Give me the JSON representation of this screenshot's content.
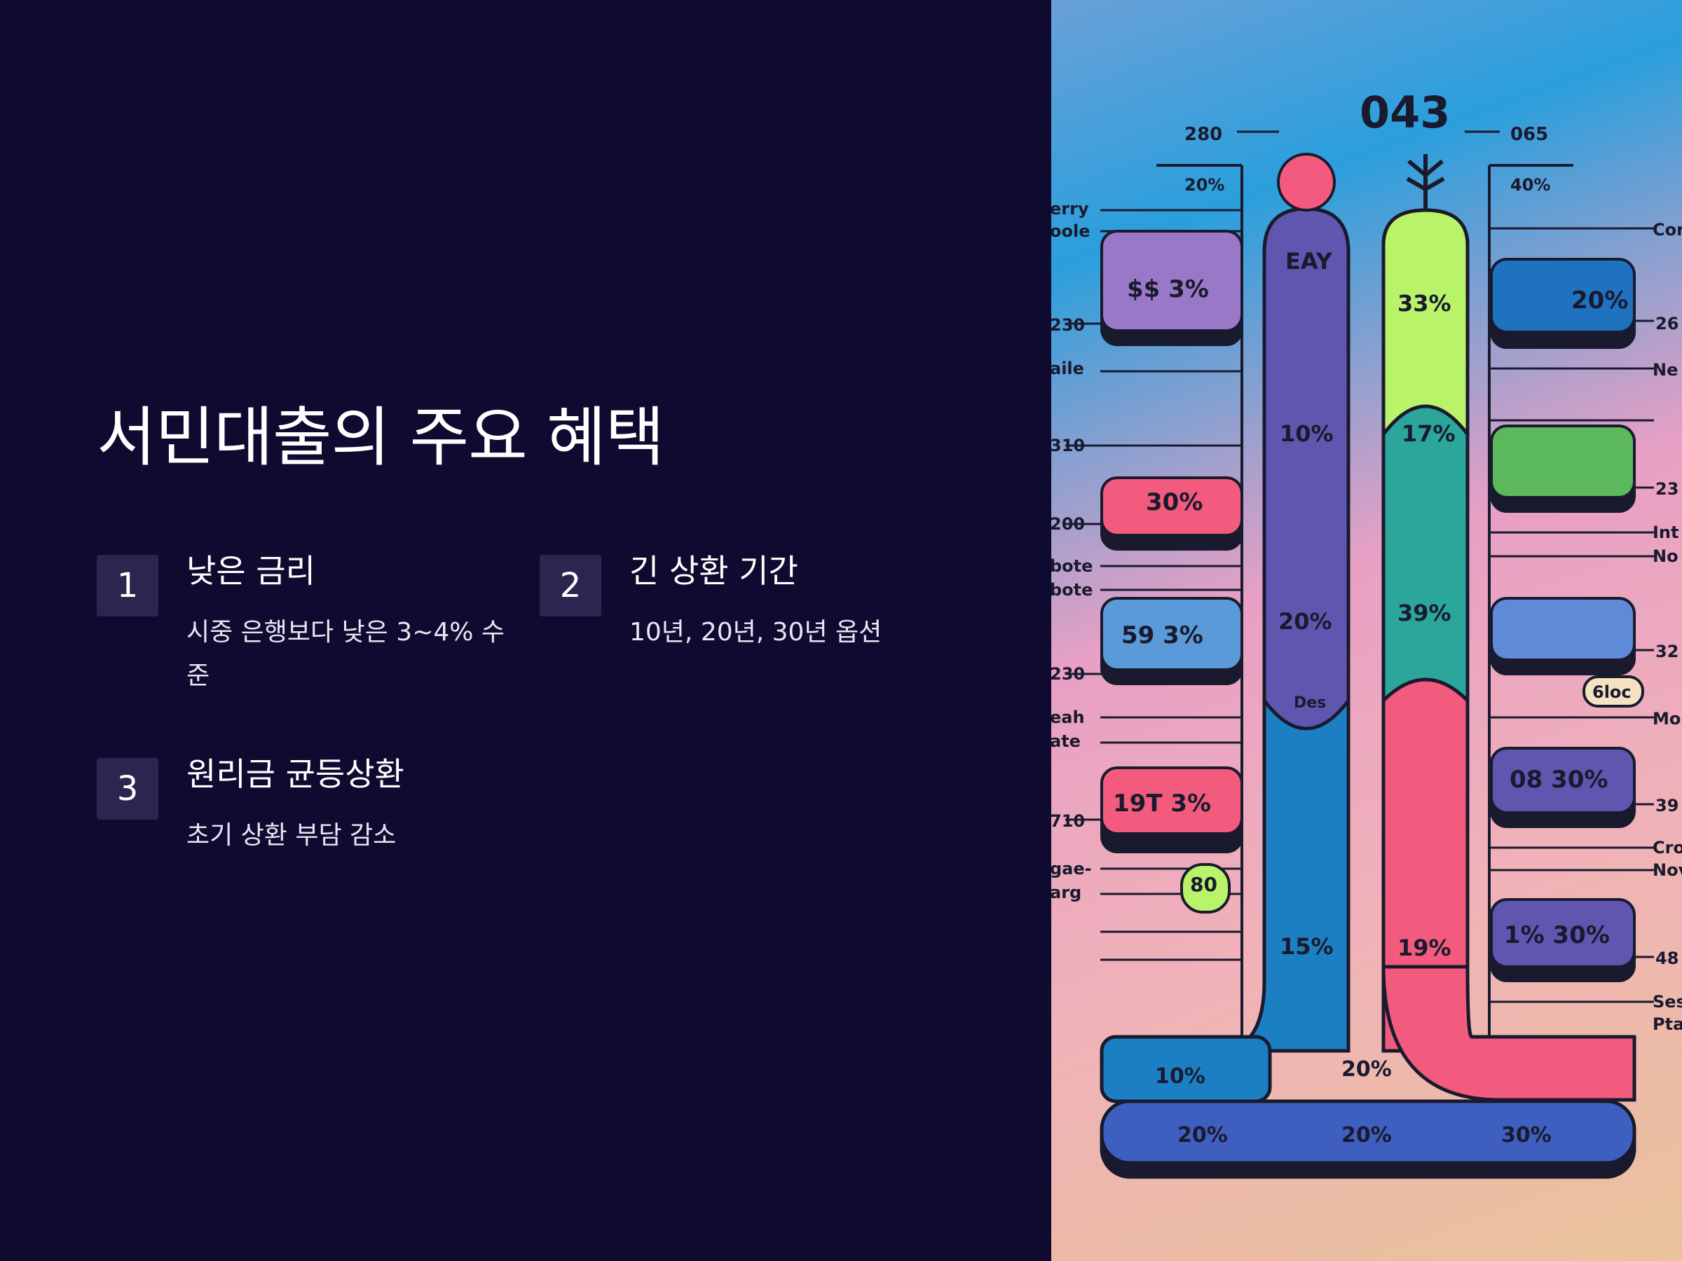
{
  "slide": {
    "title": "서민대출의 주요 혜택"
  },
  "benefits": [
    {
      "num": "1",
      "title": "낮은 금리",
      "desc": "시중 은행보다 낮은 3~4% 수준"
    },
    {
      "num": "2",
      "title": "긴 상환 기간",
      "desc": "10년, 20년, 30년 옵션"
    },
    {
      "num": "3",
      "title": "원리금 균등상환",
      "desc": "초기 상환 부담 감소"
    }
  ],
  "illustration": {
    "top_number": "043",
    "top_left": "280",
    "top_right": "065",
    "pct_top_left": "20%",
    "pct_top_right": "40%",
    "box_labels": [
      "$$ 3%",
      "30%",
      "59 3%",
      "19T 3%",
      "80",
      "20%",
      "08 30%",
      "1% 30%",
      "6loc"
    ],
    "tube_purple": [
      "EAY",
      "10%",
      "20%",
      "Des",
      "15%"
    ],
    "tube_green": [
      "33%",
      "17%",
      "39%",
      "19%"
    ],
    "bottom_labels": [
      "10%",
      "20%",
      "20%",
      "20%",
      "30%"
    ],
    "left_axis": [
      "erry",
      "oole",
      "230",
      "aile",
      "310",
      "200",
      "bote",
      "bote",
      "230",
      "eah",
      "ate",
      "710",
      "gae-",
      "arg"
    ],
    "right_axis": [
      "Cor",
      "26",
      "Ne",
      "23",
      "Int",
      "No",
      "32",
      "Mo",
      "39",
      "Cro",
      "Nov",
      "48",
      "Ses",
      "Pta"
    ],
    "colors": {
      "purple": "#5f56b0",
      "green": "#b8f36a",
      "teal": "#2aa79a",
      "pink": "#f25a7e",
      "blue": "#1c7fc4"
    }
  }
}
